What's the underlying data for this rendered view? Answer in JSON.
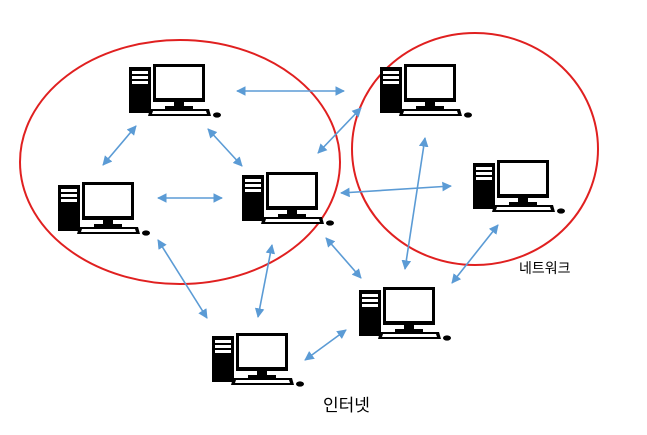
{
  "labels": {
    "network": "네트워크",
    "internet": "인터넷"
  },
  "colors": {
    "boundary": "#e02020",
    "arrow": "#5b9bd5",
    "device": "#000000",
    "screen": "#ffffff",
    "background": "#ffffff"
  },
  "nodes": [
    {
      "id": "pc-a",
      "name": "computer-a-icon"
    },
    {
      "id": "pc-b",
      "name": "computer-b-icon"
    },
    {
      "id": "pc-c",
      "name": "computer-c-icon"
    },
    {
      "id": "pc-d",
      "name": "computer-d-icon"
    },
    {
      "id": "pc-e",
      "name": "computer-e-icon"
    },
    {
      "id": "pc-f",
      "name": "computer-f-icon"
    },
    {
      "id": "pc-g",
      "name": "computer-g-icon"
    }
  ],
  "links": [
    {
      "from": "pc-a",
      "to": "pc-d"
    },
    {
      "from": "pc-a",
      "to": "pc-b"
    },
    {
      "from": "pc-a",
      "to": "pc-c"
    },
    {
      "from": "pc-b",
      "to": "pc-c"
    },
    {
      "from": "pc-c",
      "to": "pc-d"
    },
    {
      "from": "pc-c",
      "to": "pc-e"
    },
    {
      "from": "pc-c",
      "to": "pc-f"
    },
    {
      "from": "pc-c",
      "to": "pc-g"
    },
    {
      "from": "pc-b",
      "to": "pc-g"
    },
    {
      "from": "pc-d",
      "to": "pc-f"
    },
    {
      "from": "pc-e",
      "to": "pc-f"
    },
    {
      "from": "pc-f",
      "to": "pc-g"
    }
  ]
}
